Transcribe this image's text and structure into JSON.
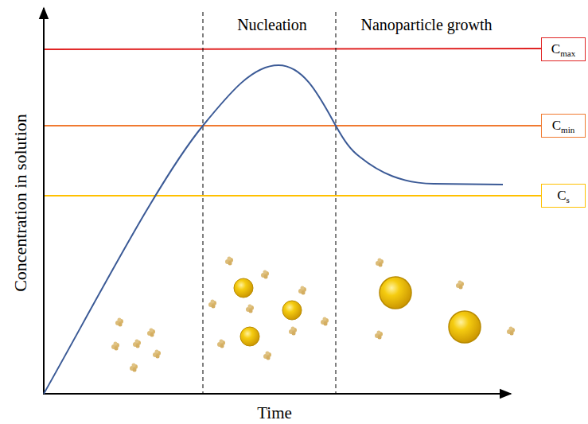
{
  "diagram": {
    "nodes": [
      {
        "text": [
          "C",
          "max"
        ]
      },
      {
        "text": [
          "C",
          "min"
        ]
      },
      {
        "text": [
          "C",
          "s"
        ]
      }
    ],
    "labels": [
      "Nucleation",
      "Nanoparticle growth",
      "Concentration in solution",
      "Time"
    ]
  }
}
